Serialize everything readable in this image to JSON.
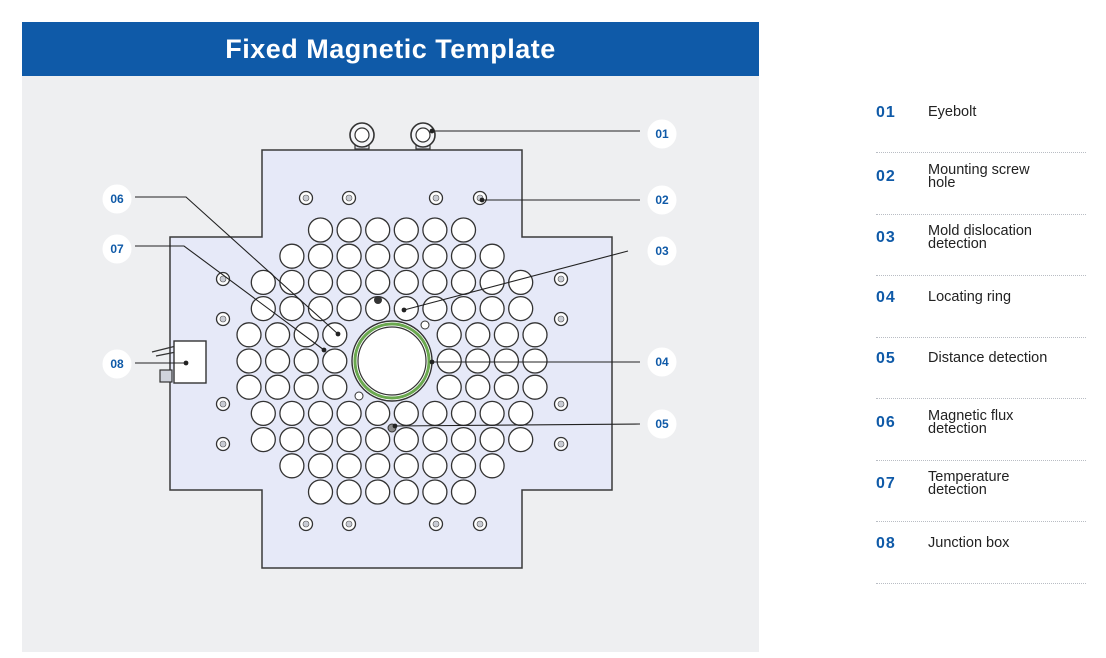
{
  "title": "Fixed Magnetic Template",
  "colors": {
    "banner": "#0f5aa8",
    "plate": "#e6e9f8",
    "plate_stroke": "#3a3a3a",
    "number_blue": "#0f5aa8",
    "locating_ring": "#6aa84f"
  },
  "callouts": [
    {
      "num": "01",
      "label": "Eyebolt"
    },
    {
      "num": "02",
      "label": "Mounting screw hole"
    },
    {
      "num": "03",
      "label": "Mold dislocation detection"
    },
    {
      "num": "04",
      "label": "Locating ring"
    },
    {
      "num": "05",
      "label": "Distance detection"
    },
    {
      "num": "06",
      "label": "Magnetic flux detection"
    },
    {
      "num": "07",
      "label": "Temperature detection"
    },
    {
      "num": "08",
      "label": "Junction box"
    }
  ],
  "legend": [
    {
      "num": "01",
      "lines": [
        "Eyebolt"
      ]
    },
    {
      "num": "02",
      "lines": [
        "Mounting screw",
        "hole"
      ]
    },
    {
      "num": "03",
      "lines": [
        "Mold dislocation",
        "detection"
      ]
    },
    {
      "num": "04",
      "lines": [
        "Locating ring"
      ]
    },
    {
      "num": "05",
      "lines": [
        "Distance detection"
      ]
    },
    {
      "num": "06",
      "lines": [
        "Magnetic flux",
        "detection"
      ]
    },
    {
      "num": "07",
      "lines": [
        "Temperature",
        "detection"
      ]
    },
    {
      "num": "08",
      "lines": [
        "Junction box"
      ]
    }
  ]
}
